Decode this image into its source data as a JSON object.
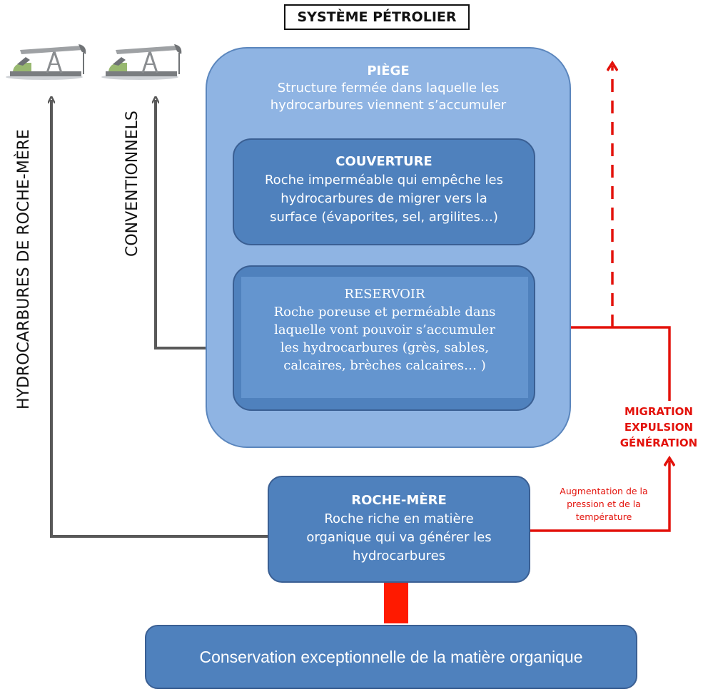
{
  "title": "SYSTÈME PÉTROLIER",
  "piege": {
    "heading": "PIÈGE",
    "line1": "Structure fermée dans laquelle  les",
    "line2": "hydrocarbures viennent  s’accumuler"
  },
  "couverture": {
    "heading": "COUVERTURE",
    "line1": "Roche  imperméable qui empêche les",
    "line2": "hydrocarbures de migrer vers la",
    "line3": "surface  (évaporites, sel, argilites…)"
  },
  "reservoir": {
    "heading": "RESERVOIR",
    "line1": "Roche poreuse et perméable dans",
    "line2": "laquelle vont pouvoir s’accumuler",
    "line3": "les hydrocarbures (grès, sables,",
    "line4": "calcaires, brèches calcaires… )"
  },
  "roche_mere": {
    "heading": "ROCHE-MÈRE",
    "line1": "Roche riche en matière",
    "line2": "organique qui va générer les",
    "line3": "hydrocarbures"
  },
  "conservation": "Conservation exceptionnelle de la matière organique",
  "vertical_labels": {
    "hydrocarbures": "HYDROCARBURES DE ROCHE-MÈRE",
    "conventionnels": "CONVENTIONNELS"
  },
  "red_labels": {
    "migration": "MIGRATION",
    "expulsion": "EXPULSION",
    "generation": "GÉNÉRATION",
    "aug1": "Augmentation de la",
    "aug2": "pression et de la",
    "aug3": "température"
  },
  "colors": {
    "trap": "#8fb4e3",
    "box": "#4f81bd",
    "reservoir_inner": "#6495cf",
    "arrow_gray": "#595959",
    "arrow_red": "#e3120b"
  },
  "icons": [
    "pumpjack-icon",
    "pumpjack-icon"
  ]
}
